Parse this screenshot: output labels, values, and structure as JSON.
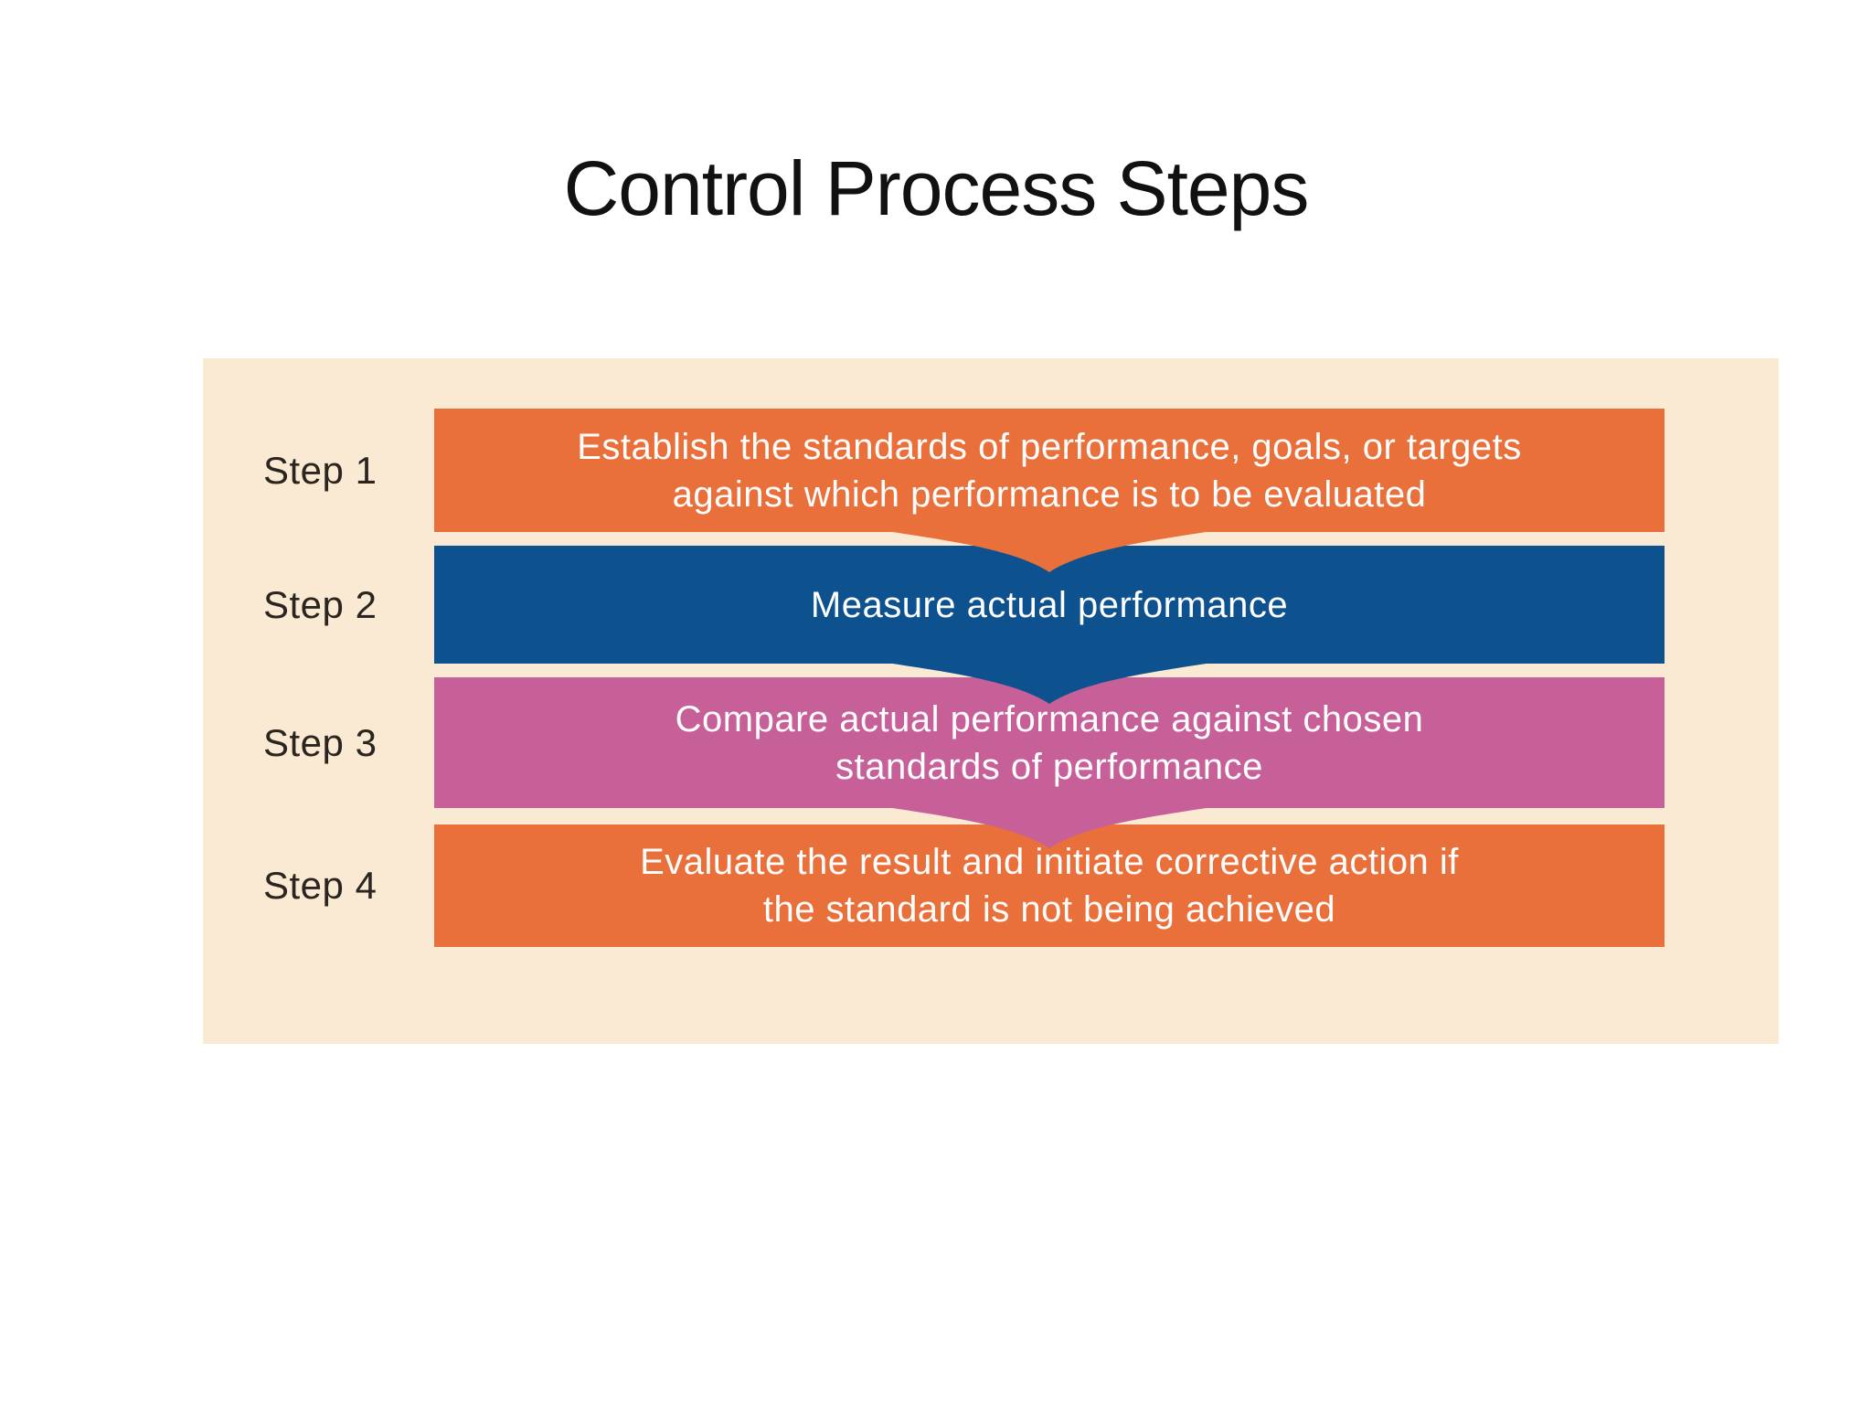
{
  "title": "Control Process Steps",
  "colors": {
    "page_bg": "#FFFFFF",
    "panel_bg": "#FAEAD3",
    "orange": "#E9703A",
    "blue": "#0E518F",
    "pink": "#C75F99",
    "bar_text": "#FFFFFF",
    "label_text": "#2B2520",
    "title_text": "#111111"
  },
  "steps": [
    {
      "label": "Step 1",
      "color": "orange",
      "lines": [
        "Establish the standards of performance, goals, or targets",
        "against which performance is to be evaluated"
      ]
    },
    {
      "label": "Step 2",
      "color": "blue",
      "lines": [
        "Measure actual performance"
      ]
    },
    {
      "label": "Step 3",
      "color": "pink",
      "lines": [
        "Compare actual performance against chosen",
        "standards of performance"
      ]
    },
    {
      "label": "Step 4",
      "color": "orange",
      "lines": [
        "Evaluate the result and initiate corrective action if",
        "the standard is not being achieved"
      ]
    }
  ]
}
